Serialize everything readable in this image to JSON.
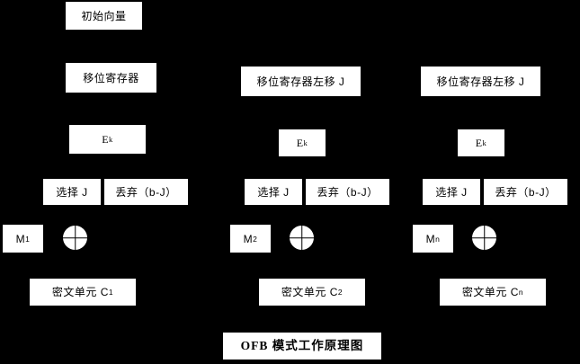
{
  "diagram": {
    "title": "OFB 模式工作原理图",
    "background_color": "#000000",
    "box_color": "#ffffff",
    "text_color": "#000000",
    "init_vector": {
      "label": "初始向量"
    },
    "columns": [
      {
        "id": "column-1",
        "shift_register": "移位寄存器",
        "cipher_function": "E",
        "cipher_function_subscript": "k",
        "select": "选择 J",
        "discard": "丢弃（b-J）",
        "message": "M",
        "message_subscript": "1",
        "xor": "xor-operator",
        "ciphertext": "密文单元 C",
        "ciphertext_subscript": "1"
      },
      {
        "id": "column-2",
        "shift_register": "移位寄存器左移 J",
        "cipher_function": "E",
        "cipher_function_subscript": "k",
        "select": "选择 J",
        "discard": "丢弃（b-J）",
        "message": "M",
        "message_subscript": "2",
        "xor": "xor-operator",
        "ciphertext": "密文单元 C",
        "ciphertext_subscript": "2"
      },
      {
        "id": "column-3",
        "shift_register": "移位寄存器左移 J",
        "cipher_function": "E",
        "cipher_function_subscript": "k",
        "select": "选择 J",
        "discard": "丢弃（b-J）",
        "message": "M",
        "message_subscript": "n",
        "xor": "xor-operator",
        "ciphertext": "密文单元 C",
        "ciphertext_subscript": "n"
      }
    ]
  }
}
